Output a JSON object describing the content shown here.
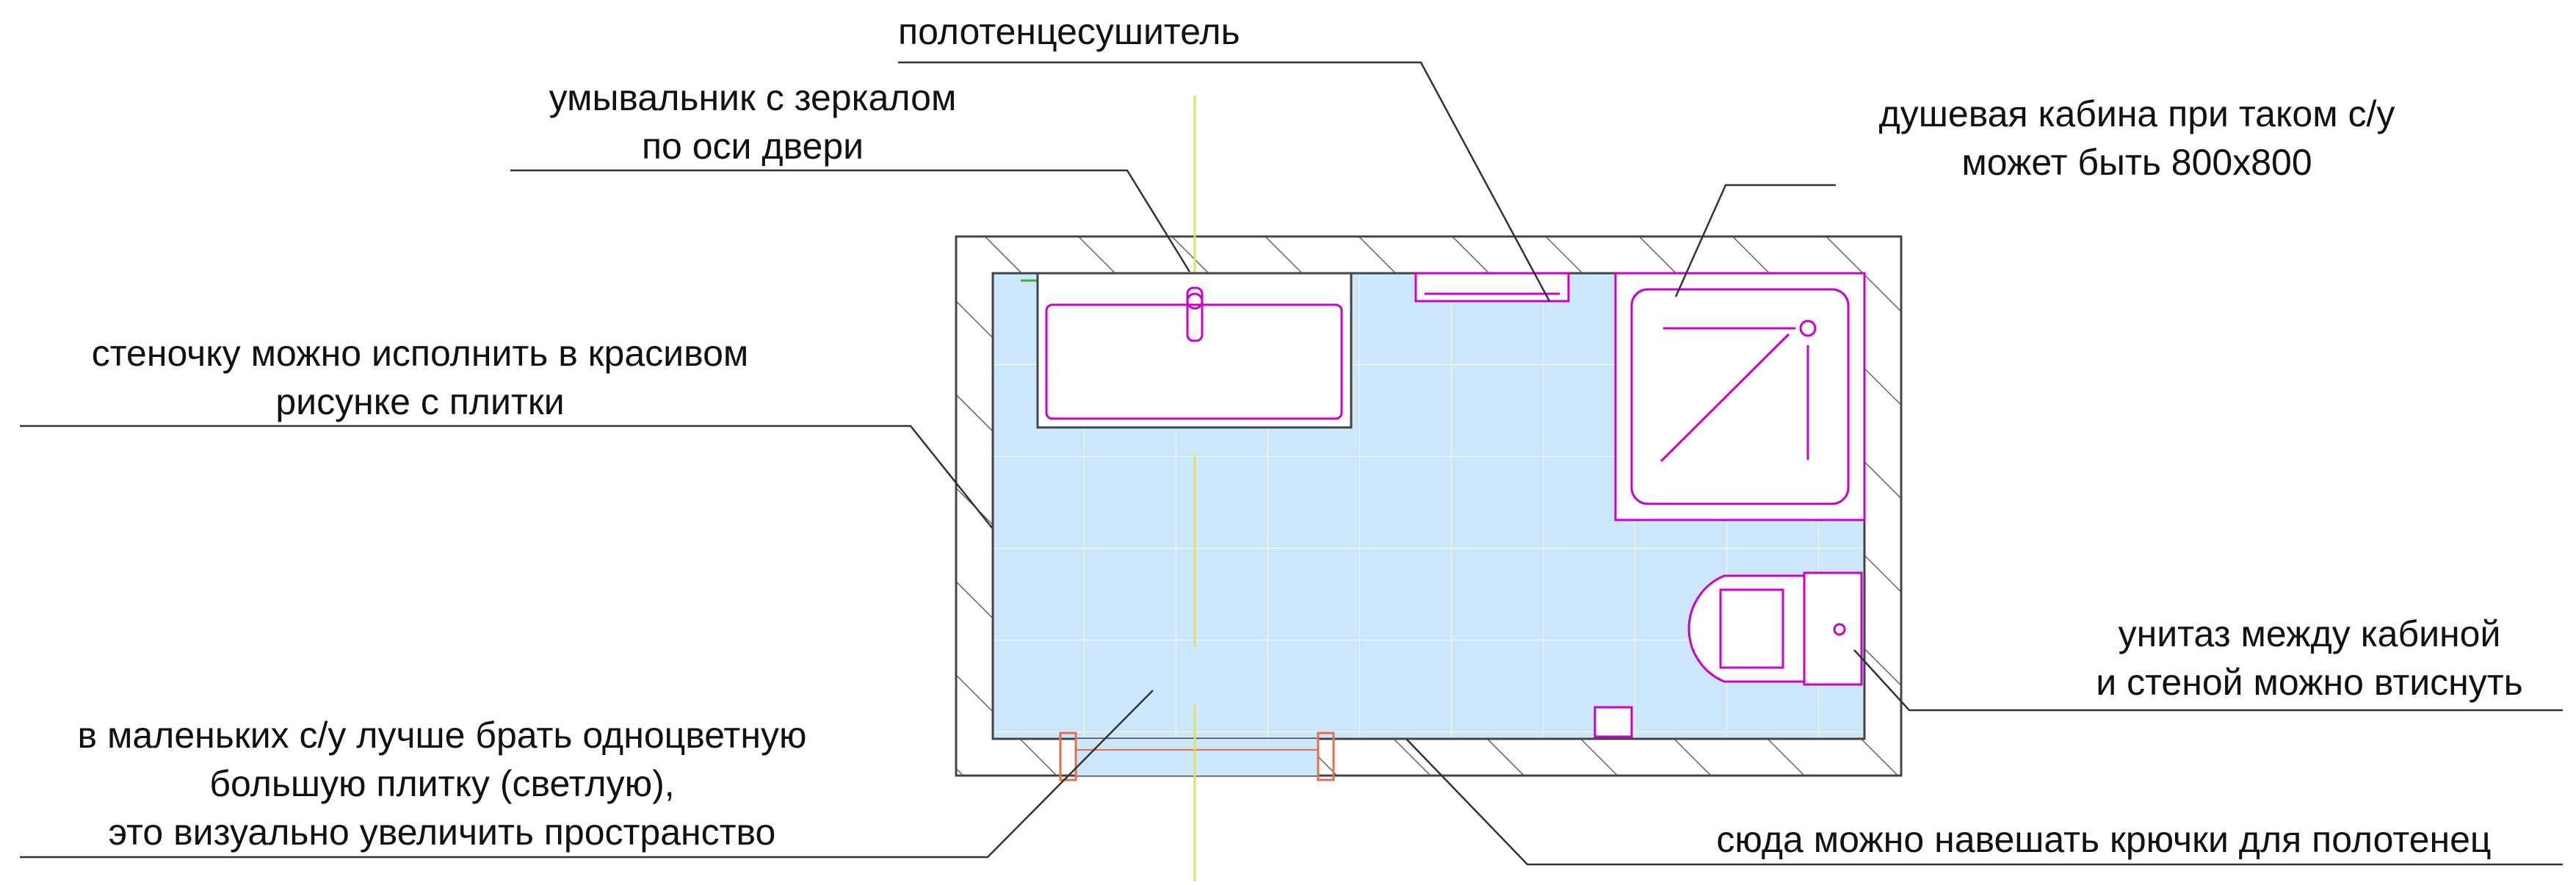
{
  "colors": {
    "wall_hatch": "#555555",
    "floor_fill": "#cce6fb",
    "tile_grid": "#ffffff",
    "fixtures": "#cc00cc",
    "axis_line": "#e0e060",
    "leader_line": "#333333"
  },
  "labels": {
    "towel_rail": "полотенцесушитель",
    "sink_line1": "умывальник с зеркалом",
    "sink_line2": "по оси двери",
    "shower_line1": "душевая кабина при таком с/у",
    "shower_line2": "может быть 800х800",
    "wall_line1": "стеночку можно исполнить в красивом",
    "wall_line2": "рисунке с плитки",
    "toilet_line1": "унитаз между кабиной",
    "toilet_line2": "и стеной можно втиснуть",
    "tile_line1": "в маленьких с/у лучше брать одноцветную",
    "tile_line2": "большую плитку (светлую),",
    "tile_line3": "это визуально увеличить пространство",
    "hooks": "сюда можно навешать крючки для полотенец"
  }
}
